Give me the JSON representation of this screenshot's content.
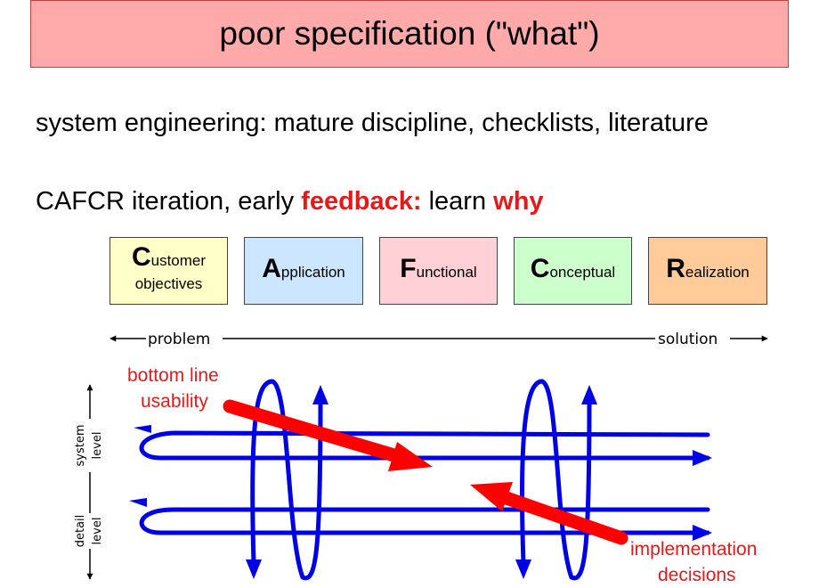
{
  "title": "poor specification (\"what\")",
  "line1": "system engineering: mature discipline, checklists, literature",
  "line2": {
    "prefix": "CAFCR iteration, early ",
    "highlight1": "feedback:",
    "middle": " learn ",
    "highlight2": "why"
  },
  "boxes": [
    {
      "initial": "C",
      "rest": "ustomer",
      "second": "objectives"
    },
    {
      "initial": "A",
      "rest": "pplication",
      "second": ""
    },
    {
      "initial": "F",
      "rest": "unctional",
      "second": ""
    },
    {
      "initial": "C",
      "rest": "onceptual",
      "second": ""
    },
    {
      "initial": "R",
      "rest": "ealization",
      "second": ""
    }
  ],
  "axis": {
    "problem": "problem",
    "solution": "solution"
  },
  "levels": {
    "system1": "system",
    "system2": "level",
    "detail1": "detail",
    "detail2": "level"
  },
  "annotations": {
    "bottom_line_1": "bottom line",
    "bottom_line_2": "usability",
    "impl_1": "implementation",
    "impl_2": "decisions"
  },
  "colors": {
    "title_bg": "#ffaaaa",
    "emphasis": "#e41a1a",
    "loops": "#0000e6"
  }
}
